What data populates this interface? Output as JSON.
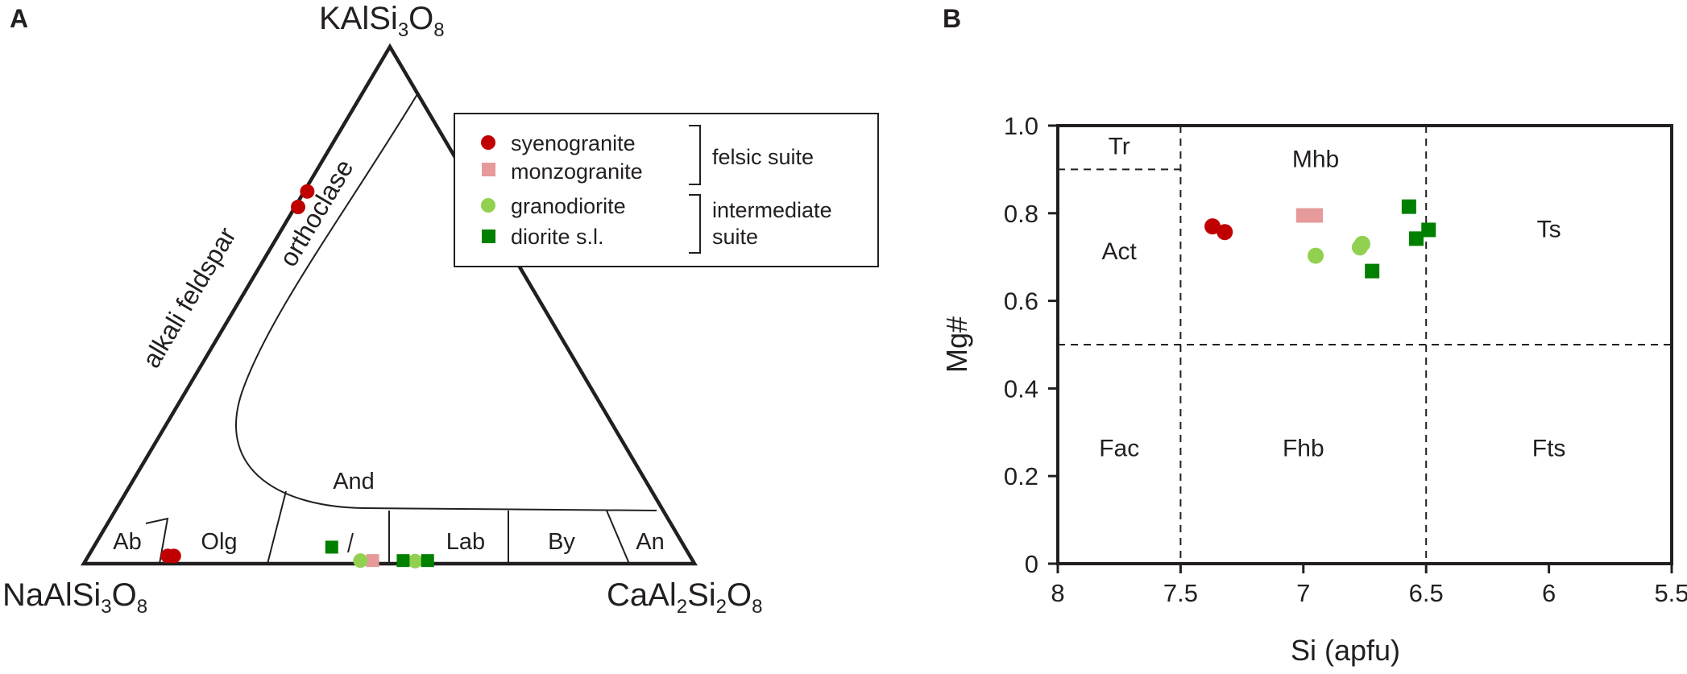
{
  "panels": {
    "a": {
      "letter": "A"
    },
    "b": {
      "letter": "B"
    }
  },
  "legend": {
    "entries": [
      "syenogranite",
      "monzogranite",
      "granodiorite",
      "diorite s.l."
    ],
    "groups": [
      {
        "label": "felsic suite"
      },
      {
        "label": "intermediate",
        "label2": "suite"
      }
    ]
  },
  "colors": {
    "syenogranite": "#c00000",
    "monzogranite": "#e69a9a",
    "granodiorite": "#92d050",
    "diorite": "#008000",
    "ink": "#231f20"
  },
  "chart_data": [
    {
      "type": "scatter",
      "subtype": "ternary",
      "apices": {
        "top": {
          "base": "KAlSi",
          "s1": "3",
          "mid": "O",
          "s2": "8"
        },
        "left": {
          "base": "NaAlSi",
          "s1": "3",
          "mid": "O",
          "s2": "8"
        },
        "right": {
          "base": "CaAl",
          "s1": "2",
          "mid": "Si",
          "s2": "2",
          "mid2": "O",
          "s3": "8"
        }
      },
      "field_labels": {
        "alkali_feldspar": "alkali feldspar",
        "orthoclase": "orthoclase",
        "ab": "Ab",
        "olg": "Olg",
        "and": "And",
        "lab": "Lab",
        "by": "By",
        "an": "An"
      },
      "plagioclase_boundaries_an": [
        10,
        30,
        50,
        70,
        90
      ],
      "series": [
        {
          "name": "syenogranite",
          "marker": "circle",
          "points": [
            {
              "an": 0.5,
              "or": 72
            },
            {
              "an": 0.5,
              "or": 69
            },
            {
              "an": 13,
              "or": 1.5
            },
            {
              "an": 14,
              "or": 1.5
            }
          ]
        },
        {
          "name": "monzogranite",
          "marker": "square",
          "points": [
            {
              "an": 47,
              "or": 0.6
            }
          ]
        },
        {
          "name": "granodiorite",
          "marker": "circle",
          "points": [
            {
              "an": 45,
              "or": 0.6
            },
            {
              "an": 54,
              "or": 0.5
            }
          ]
        },
        {
          "name": "diorite s.l.",
          "marker": "square",
          "points": [
            {
              "an": 39,
              "or": 3.2
            },
            {
              "an": 52,
              "or": 0.6
            },
            {
              "an": 56,
              "or": 0.6
            }
          ]
        }
      ]
    },
    {
      "type": "scatter",
      "xlabel": "Si (apfu)",
      "ylabel": "Mg#",
      "xlim": [
        8,
        5.5
      ],
      "ylim": [
        0,
        1
      ],
      "x_reversed": true,
      "xticks": [
        8,
        7.5,
        7,
        6.5,
        6,
        5.5
      ],
      "xtick_labels": [
        "8",
        "7.5",
        "7",
        "6.5",
        "6",
        "5.5"
      ],
      "yticks": [
        0,
        0.2,
        0.4,
        0.6,
        0.8,
        1.0
      ],
      "ytick_labels": [
        "0",
        "0.2",
        "0.4",
        "0.6",
        "0.8",
        "1.0"
      ],
      "dividers": {
        "vertical": [
          7.5,
          6.5
        ],
        "horizontal_full": 0.5,
        "tr_act": {
          "y": 0.9,
          "x_from": 8,
          "x_to": 7.5
        }
      },
      "field_labels": [
        {
          "text": "Tr",
          "x": 7.75,
          "y": 0.935
        },
        {
          "text": "Mhb",
          "x": 6.95,
          "y": 0.905
        },
        {
          "text": "Act",
          "x": 7.75,
          "y": 0.695
        },
        {
          "text": "Ts",
          "x": 6.0,
          "y": 0.745
        },
        {
          "text": "Fac",
          "x": 7.75,
          "y": 0.245
        },
        {
          "text": "Fhb",
          "x": 7.0,
          "y": 0.245
        },
        {
          "text": "Fts",
          "x": 6.0,
          "y": 0.245
        }
      ],
      "series": [
        {
          "name": "syenogranite",
          "marker": "circle",
          "points": [
            [
              7.37,
              0.77
            ],
            [
              7.32,
              0.757
            ]
          ]
        },
        {
          "name": "monzogranite",
          "marker": "square",
          "points": [
            [
              7.0,
              0.795
            ],
            [
              6.95,
              0.795
            ]
          ]
        },
        {
          "name": "granodiorite",
          "marker": "circle",
          "points": [
            [
              6.95,
              0.703
            ],
            [
              6.77,
              0.722
            ],
            [
              6.76,
              0.73
            ]
          ]
        },
        {
          "name": "diorite s.l.",
          "marker": "square",
          "points": [
            [
              6.57,
              0.815
            ],
            [
              6.54,
              0.742
            ],
            [
              6.49,
              0.762
            ],
            [
              6.72,
              0.668
            ]
          ]
        }
      ]
    }
  ]
}
